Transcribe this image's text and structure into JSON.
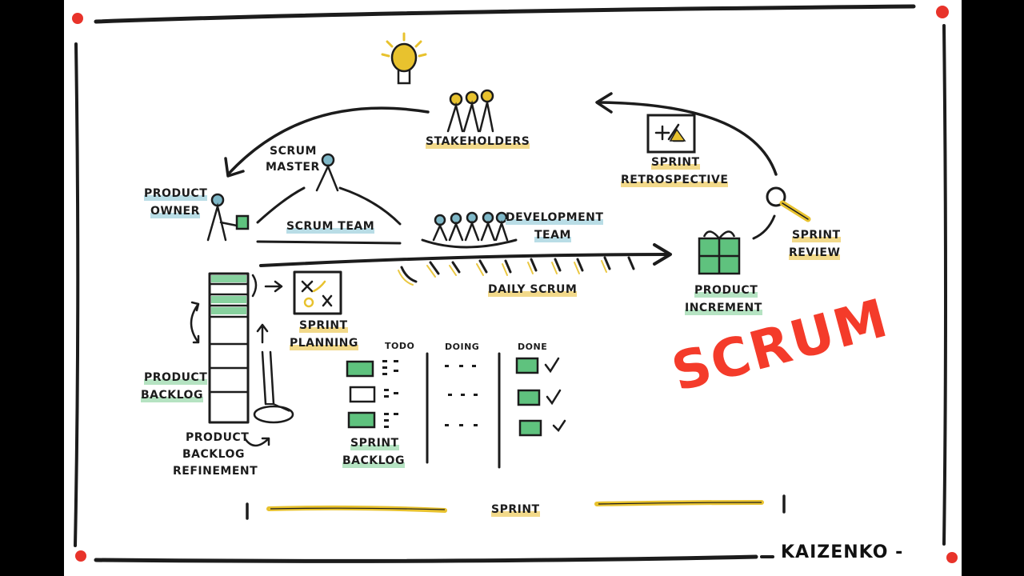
{
  "labels": {
    "stakeholders": "STAKEHOLDERS",
    "scrum_master_1": "SCRUM",
    "scrum_master_2": "MASTER",
    "product_owner_1": "PRODUCT",
    "product_owner_2": "OWNER",
    "scrum_team": "SCRUM TEAM",
    "development_team_1": "DEVELOPMENT",
    "development_team_2": "TEAM",
    "sprint_retrospective_1": "SPRINT",
    "sprint_retrospective_2": "RETROSPECTIVE",
    "sprint_review_1": "SPRINT",
    "sprint_review_2": "REVIEW",
    "product_increment_1": "PRODUCT",
    "product_increment_2": "INCREMENT",
    "daily_scrum": "DAILY SCRUM",
    "sprint_planning_1": "SPRINT",
    "sprint_planning_2": "PLANNING",
    "product_backlog_1": "PRODUCT",
    "product_backlog_2": "BACKLOG",
    "refinement_1": "PRODUCT",
    "refinement_2": "BACKLOG",
    "refinement_3": "REFINEMENT",
    "sprint_backlog_1": "SPRINT",
    "sprint_backlog_2": "BACKLOG",
    "col_todo": "TODO",
    "col_doing": "DOING",
    "col_done": "DONE",
    "sprint": "SPRINT",
    "scrum_title": "SCRUM",
    "brand": "KAIZENKO -"
  },
  "colors": {
    "ink": "#1c1c1c",
    "yellow": "#e8c22e",
    "green": "#5fc27e",
    "red_dot": "#e8332a",
    "scrum_red": "#f43b2a",
    "blue_highlight": "#b9dde6"
  },
  "icons": [
    "lightbulb-icon",
    "stakeholders-icon",
    "scrum-master-icon",
    "product-owner-icon",
    "development-team-icon",
    "retrospective-board-icon",
    "magnifier-icon",
    "gift-box-icon",
    "planning-board-icon",
    "backlog-stack-icon",
    "funnel-icon",
    "checkmark-icon"
  ]
}
